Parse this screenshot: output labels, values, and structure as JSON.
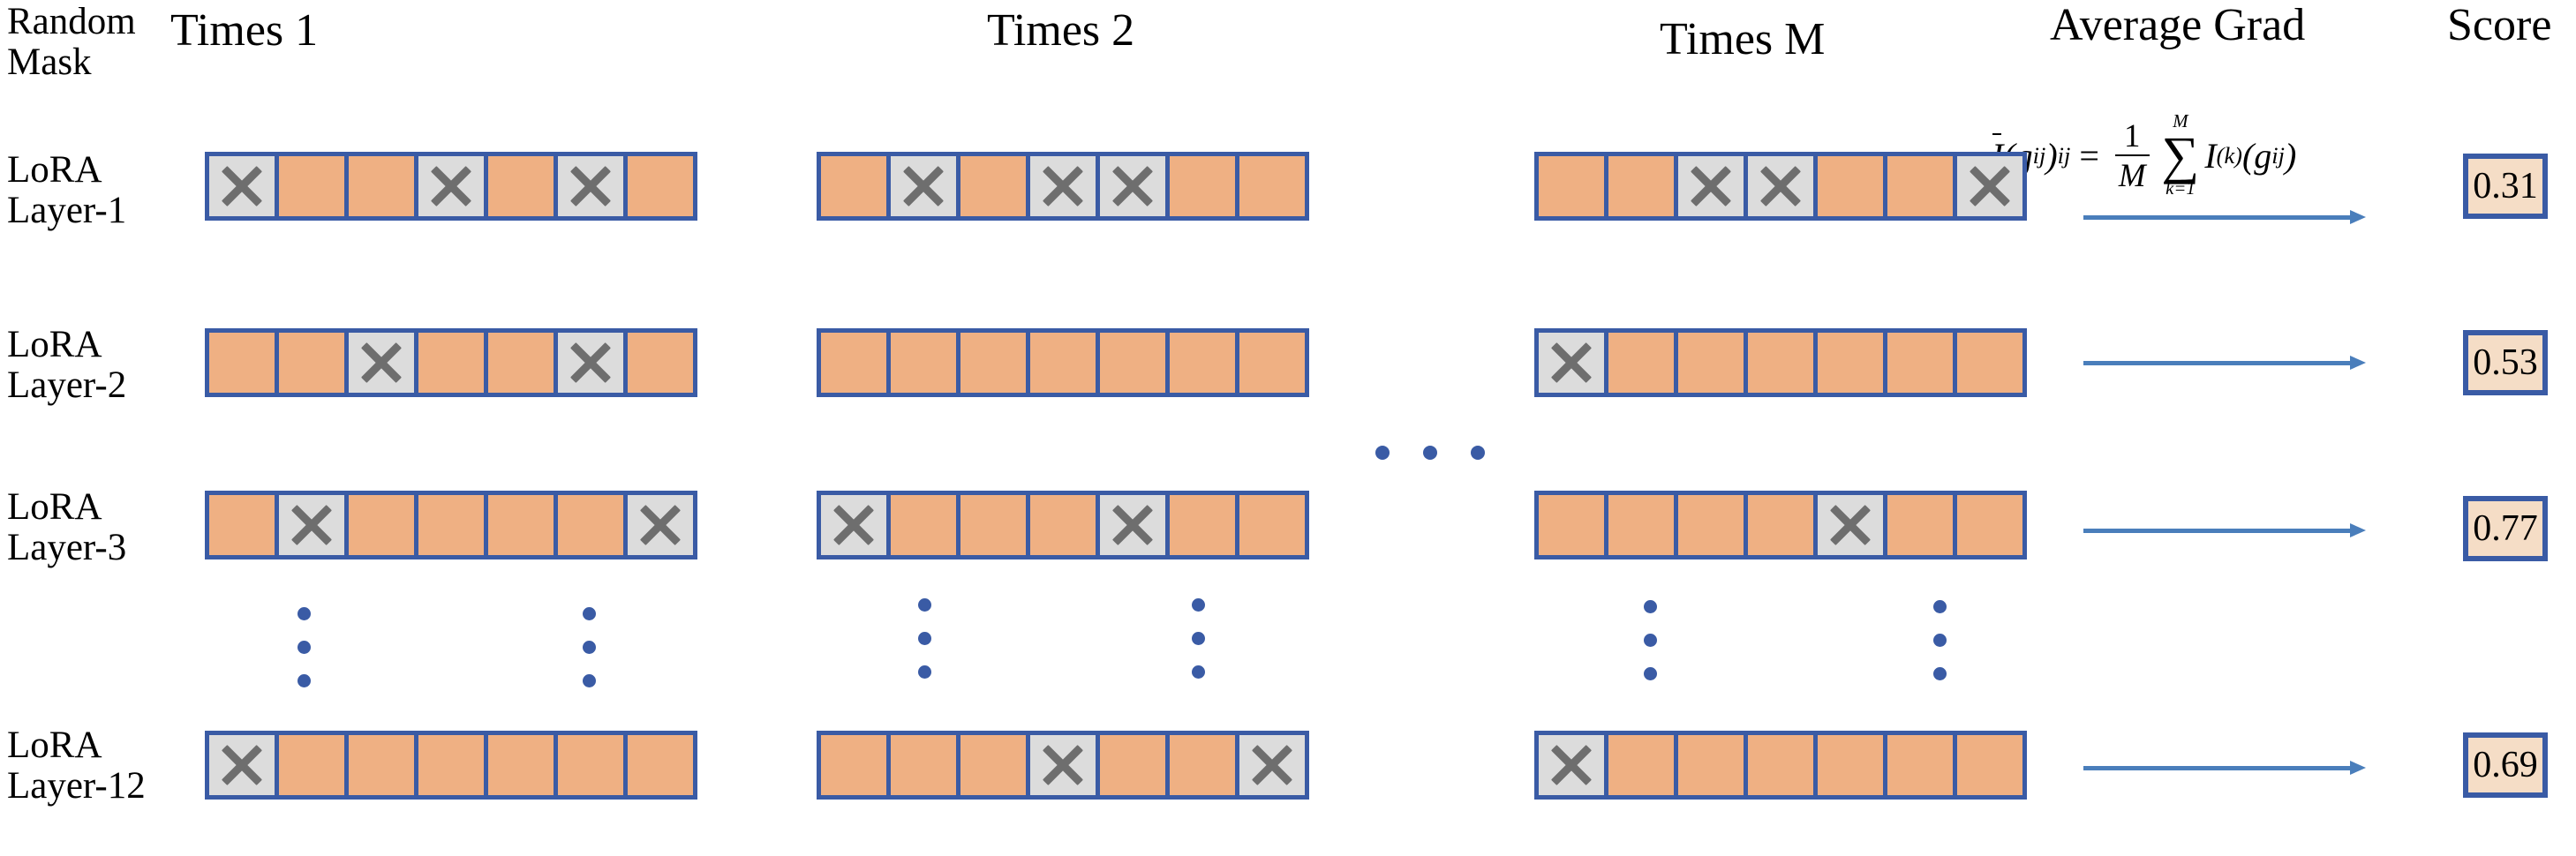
{
  "header": {
    "corner_label_line1": "Random",
    "corner_label_line2": "Mask",
    "columns": [
      {
        "id": "times-1",
        "label": "Times 1"
      },
      {
        "id": "times-2",
        "label": "Times 2"
      },
      {
        "id": "times-m",
        "label": "Times M"
      },
      {
        "id": "average-grad",
        "label": "Average Grad"
      },
      {
        "id": "score",
        "label": "Score"
      }
    ]
  },
  "formula": {
    "lhs_symbol": "I",
    "lhs_arg": "g",
    "lhs_arg_sub": "ij",
    "lhs_outer_sub": "ij",
    "equals": "=",
    "frac_num": "1",
    "frac_den": "M",
    "sum_upper": "M",
    "sum_lower": "k=1",
    "term_symbol": "I",
    "term_sup": "(k)",
    "term_arg": "g",
    "term_arg_sub": "ij",
    "plain_text": "Ī(g_ij)_ij = (1/M) Σ_{k=1}^{M} I^{(k)}(g_ij)"
  },
  "colors": {
    "cell_unmasked": "#efb083",
    "cell_masked": "#dcdcdc",
    "grid_border": "#3a5ba5",
    "mask_x": "#6e6e6e",
    "score_fill": "#f5ddc6",
    "arrow": "#4a7ebb",
    "dot": "#3a5ba5",
    "text": "#000000",
    "background": "#ffffff"
  },
  "legend": {
    "masked_symbol": "×",
    "masked_meaning": "masked-unit",
    "unmasked_meaning": "active-unit"
  },
  "rows": [
    {
      "id": "lora-layer-1",
      "label_line1": "LoRA",
      "label_line2": "Layer-1",
      "score": "0.31",
      "masks": {
        "times-1": [
          1,
          0,
          0,
          1,
          0,
          1,
          0
        ],
        "times-2": [
          0,
          1,
          0,
          1,
          1,
          0,
          0
        ],
        "times-m": [
          0,
          0,
          1,
          1,
          0,
          0,
          1
        ]
      }
    },
    {
      "id": "lora-layer-2",
      "label_line1": "LoRA",
      "label_line2": "Layer-2",
      "score": "0.53",
      "masks": {
        "times-1": [
          0,
          0,
          1,
          0,
          0,
          1,
          0
        ],
        "times-2": [
          0,
          0,
          0,
          0,
          0,
          0,
          0
        ],
        "times-m": [
          1,
          0,
          0,
          0,
          0,
          0,
          0
        ]
      }
    },
    {
      "id": "lora-layer-3",
      "label_line1": "LoRA",
      "label_line2": "Layer-3",
      "score": "0.77",
      "masks": {
        "times-1": [
          0,
          1,
          0,
          0,
          0,
          0,
          1
        ],
        "times-2": [
          1,
          0,
          0,
          0,
          1,
          0,
          0
        ],
        "times-m": [
          0,
          0,
          0,
          0,
          1,
          0,
          0
        ]
      }
    },
    {
      "id": "lora-layer-12",
      "label_line1": "LoRA",
      "label_line2": "Layer-12",
      "score": "0.69",
      "masks": {
        "times-1": [
          1,
          0,
          0,
          0,
          0,
          0,
          0
        ],
        "times-2": [
          0,
          0,
          0,
          1,
          0,
          0,
          1
        ],
        "times-m": [
          1,
          0,
          0,
          0,
          0,
          0,
          0
        ]
      }
    }
  ],
  "grid": {
    "cells_per_row": 7,
    "column_ids": [
      "times-1",
      "times-2",
      "times-m"
    ]
  },
  "ellipsis": {
    "horizontal_dot_count": 3,
    "vertical_dot_count": 3
  }
}
